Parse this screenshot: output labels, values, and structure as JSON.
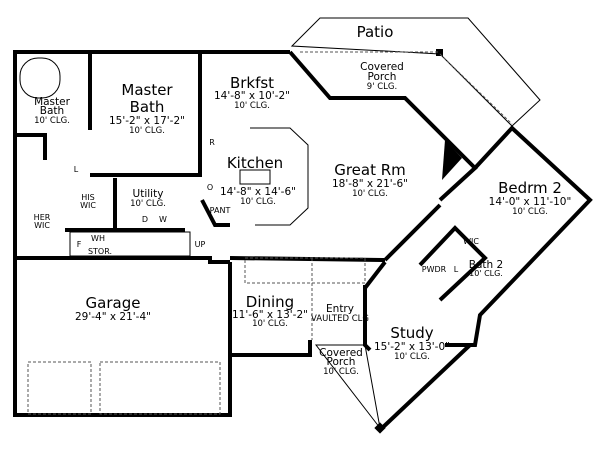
{
  "rooms": {
    "patio": {
      "name": "Patio"
    },
    "covered_porch_rear": {
      "name1": "Covered",
      "name2": "Porch",
      "clg": "9' CLG."
    },
    "master_bath_small": {
      "name1": "Master",
      "name2": "Bath",
      "clg": "10' CLG."
    },
    "master_bath": {
      "name1": "Master",
      "name2": "Bath",
      "dim": "15'-2\" x 17'-2\"",
      "clg": "10' CLG."
    },
    "brkfst": {
      "name": "Brkfst",
      "dim": "14'-8\" x 10'-2\"",
      "clg": "10' CLG."
    },
    "kitchen": {
      "name": "Kitchen",
      "dim": "14'-8\" x 14'-6\"",
      "clg": "10' CLG."
    },
    "great_rm": {
      "name": "Great Rm",
      "dim": "18'-8\" x 21'-6\"",
      "clg": "10' CLG."
    },
    "bedrm2": {
      "name": "Bedrm 2",
      "dim": "14'-0\" x 11'-10\"",
      "clg": "10' CLG."
    },
    "utility": {
      "name": "Utility",
      "clg": "10' CLG."
    },
    "his_wic": {
      "name1": "HIS",
      "name2": "WIC"
    },
    "her_wic": {
      "name1": "HER",
      "name2": "WIC"
    },
    "stor": {
      "name": "STOR."
    },
    "garage": {
      "name": "Garage",
      "dim": "29'-4\" x 21'-4\""
    },
    "dining": {
      "name": "Dining",
      "dim": "11'-6\" x 13'-2\"",
      "clg": "10' CLG."
    },
    "entry": {
      "name": "Entry",
      "clg": "VAULTED CLG"
    },
    "covered_porch_front": {
      "name1": "Covered",
      "name2": "Porch",
      "clg": "10' CLG."
    },
    "study": {
      "name": "Study",
      "dim": "15'-2\" x 13'-0\"",
      "clg": "10' CLG."
    },
    "wic": {
      "name": "WIC"
    },
    "pwdr": {
      "name": "PWDR"
    },
    "bath2": {
      "name": "Bath 2",
      "clg": "10' CLG."
    }
  },
  "fixtures": {
    "refrigerator": "R",
    "oven": "O",
    "pantry": "PANT",
    "linen": "L",
    "linen2": "L",
    "dryer": "D",
    "washer": "W",
    "freezer": "F",
    "water_heater": "WH",
    "stairs": "UP"
  }
}
